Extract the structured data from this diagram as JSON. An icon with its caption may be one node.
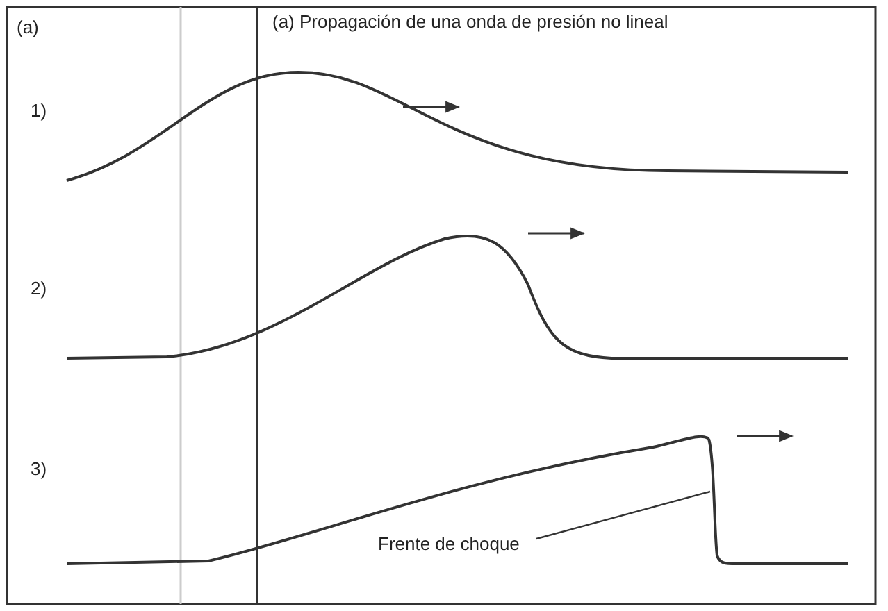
{
  "diagram": {
    "nodes": [
      {
        "text": [
          "Frente de choque"
        ]
      },
      {
        "text": [],
        "shape": "line"
      }
    ],
    "edges": [
      {
        "from": 0,
        "to": 1,
        "arrow": "none"
      }
    ],
    "labels": [
      "(a)",
      "(a) Propagación de una onda de presión no lineal",
      "1)",
      "2)",
      "3)"
    ]
  }
}
